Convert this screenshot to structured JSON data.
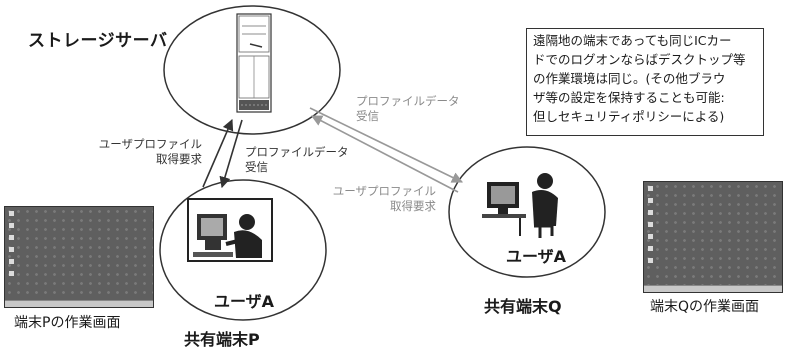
{
  "server": {
    "title": "ストレージサーバ"
  },
  "note": {
    "lines": [
      "遠隔地の端末であっても同じICカー",
      "ドでのログオンならばデスクトップ等",
      "の作業環境は同じ。(その他ブラウ",
      "ザ等の設定を保持することも可能:",
      "但しセキュリティポリシーによる)"
    ]
  },
  "flows": {
    "p_request": [
      "ユーザプロファイル",
      "取得要求"
    ],
    "p_receive": [
      "プロファイルデータ",
      "受信"
    ],
    "q_receive": [
      "プロファイルデータ",
      "受信"
    ],
    "q_request": [
      "ユーザプロファイル",
      "取得要求"
    ]
  },
  "terminal_p": {
    "user": "ユーザA",
    "name": "共有端末P",
    "screen_caption": "端末Pの作業画面"
  },
  "terminal_q": {
    "user": "ユーザA",
    "name": "共有端末Q",
    "screen_caption": "端末Qの作業画面"
  },
  "colors": {
    "line": "#333333",
    "gray_arrow": "#999999",
    "gray_text": "#8a8a8a"
  }
}
